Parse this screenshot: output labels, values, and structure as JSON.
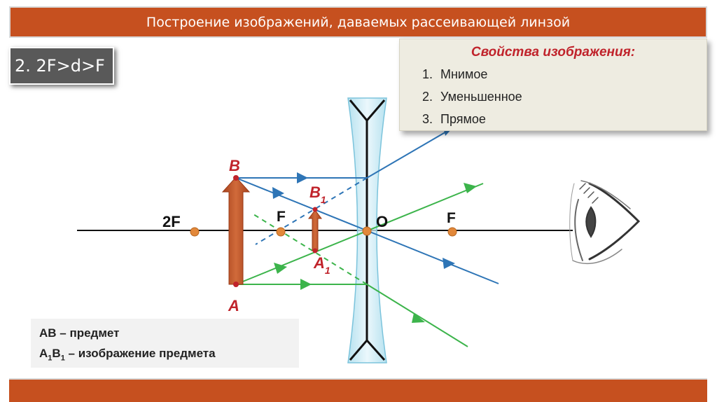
{
  "header": {
    "title": "Построение изображений, даваемых рассеивающей линзой"
  },
  "case_label": "2. 2F>d>F",
  "properties": {
    "title": "Свойства изображения:",
    "items": [
      "Мнимое",
      "Уменьшенное",
      "Прямое"
    ]
  },
  "labels": {
    "B": "B",
    "B1": "B",
    "B1_sub": "1",
    "A": "A",
    "A1": "A",
    "A1_sub": "1",
    "two_f": "2F",
    "f_left": "F",
    "f_right": "F",
    "o": "O"
  },
  "legend": {
    "line1": "AB – предмет",
    "line2_a": "A",
    "line2_a_sub": "1",
    "line2_b": "B",
    "line2_b_sub": "1",
    "line2_rest": " – изображение предмета"
  },
  "colors": {
    "accent": "#c6501f",
    "label_red": "#c0232b",
    "ray_blue": "#2e75b6",
    "ray_green": "#3cb44b",
    "object_arrow": "#c0582b",
    "point_orange": "#e2883a"
  }
}
